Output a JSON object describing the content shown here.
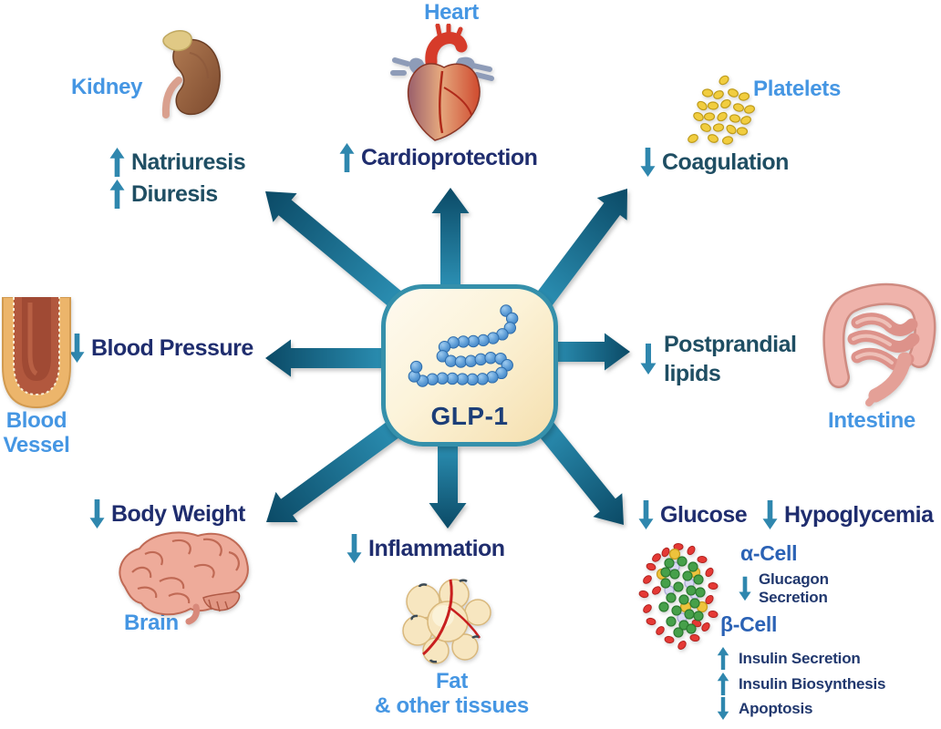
{
  "center": {
    "label": "GLP-1"
  },
  "kidney": {
    "organ": "Kidney",
    "effects": [
      {
        "direction": "increase",
        "label": "Natriuresis"
      },
      {
        "direction": "increase",
        "label": "Diuresis"
      }
    ]
  },
  "heart": {
    "organ": "Heart",
    "effects": [
      {
        "direction": "increase",
        "label": "Cardioprotection"
      }
    ]
  },
  "platelets": {
    "organ": "Platelets",
    "effects": [
      {
        "direction": "decrease",
        "label": "Coagulation"
      }
    ]
  },
  "blood_vessel": {
    "organ_line1": "Blood",
    "organ_line2": "Vessel",
    "effects": [
      {
        "direction": "decrease",
        "label": "Blood Pressure"
      }
    ]
  },
  "intestine": {
    "organ": "Intestine",
    "effects": [
      {
        "direction": "decrease",
        "label_line1": "Postprandial",
        "label_line2": "lipids"
      }
    ]
  },
  "brain": {
    "organ": "Brain",
    "effects": [
      {
        "direction": "decrease",
        "label": "Body Weight"
      }
    ]
  },
  "fat": {
    "organ_line1": "Fat",
    "organ_line2": "& other tissues",
    "effects": [
      {
        "direction": "decrease",
        "label": "Inflammation"
      }
    ]
  },
  "pancreas": {
    "effects": [
      {
        "direction": "decrease",
        "label": "Glucose"
      },
      {
        "direction": "decrease",
        "label": "Hypoglycemia"
      }
    ],
    "alpha_cell": {
      "title": "α-Cell",
      "effects": [
        {
          "direction": "decrease",
          "label_line1": "Glucagon",
          "label_line2": "Secretion"
        }
      ]
    },
    "beta_cell": {
      "title": "β-Cell",
      "effects": [
        {
          "direction": "increase",
          "label": "Insulin Secretion"
        },
        {
          "direction": "increase",
          "label": "Insulin Biosynthesis"
        },
        {
          "direction": "decrease",
          "label": "Apoptosis"
        }
      ]
    }
  },
  "colors": {
    "organ_label_blue": "#4596e3",
    "effect_navy": "#1f2d6e",
    "effect_teal": "#1f4e63",
    "mini_arrow_teal": "#2f87ae",
    "big_arrow_light": "#2b8fb3",
    "big_arrow_dark": "#0b4a66",
    "cell_title_blue": "#2b62b5",
    "center_border": "#3590ab",
    "center_fill": "#fcf3d9",
    "glp1_text": "#1c3e78"
  }
}
